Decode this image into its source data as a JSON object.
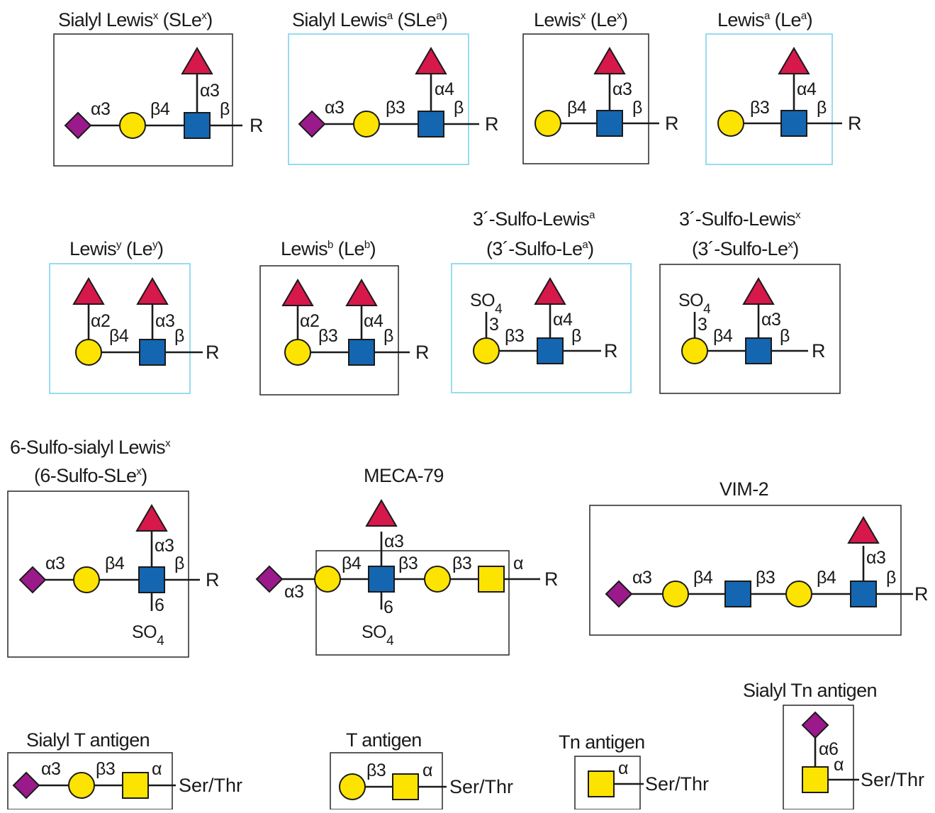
{
  "colors": {
    "fucose": "#d6184a",
    "galactose": "#fde400",
    "glcnac": "#1466b0",
    "galnac": "#fde400",
    "sialic_acid": "#9a1a8c",
    "frame_dark": "#333333",
    "frame_blue": "#8dd7ee"
  },
  "legend_symbols": [
    "red-triangle",
    "yellow-circle",
    "blue-square",
    "yellow-square",
    "purple-diamond"
  ],
  "titles": {
    "slex": "Sialyl Lewis",
    "slex_sup": "x",
    "slex_abbr": " (SLe",
    "slex_abbr_sup": "x",
    "slex_close": ")",
    "slea": "Sialyl Lewis",
    "slea_sup": "a",
    "slea_abbr": " (SLe",
    "slea_abbr_sup": "a",
    "slea_close": ")",
    "lex": "Lewis",
    "lex_sup": "x",
    "lex_abbr": " (Le",
    "lex_abbr_sup": "x",
    "lex_close": ")",
    "lea": "Lewis",
    "lea_sup": "a",
    "lea_abbr": " (Le",
    "lea_abbr_sup": "a",
    "lea_close": ")",
    "ley": "Lewis",
    "ley_sup": "y",
    "ley_abbr": " (Le",
    "ley_abbr_sup": "y",
    "ley_close": ")",
    "leb": "Lewis",
    "leb_sup": "b",
    "leb_abbr": " (Le",
    "leb_abbr_sup": "b",
    "leb_close": ")",
    "sulfo_lea_1": "3´-Sulfo-Lewis",
    "sulfo_lea_1_sup": "a",
    "sulfo_lea_2": "(3´-Sulfo-Le",
    "sulfo_lea_2_sup": "a",
    "sulfo_lea_2_close": ")",
    "sulfo_lex_1": "3´-Sulfo-Lewis",
    "sulfo_lex_1_sup": "x",
    "sulfo_lex_2": "(3´-Sulfo-Le",
    "sulfo_lex_2_sup": "x",
    "sulfo_lex_2_close": ")",
    "sulfo_slex_1": "6-Sulfo-sialyl Lewis",
    "sulfo_slex_1_sup": "x",
    "sulfo_slex_2": "(6-Sulfo-SLe",
    "sulfo_slex_2_sup": "x",
    "sulfo_slex_2_close": ")",
    "meca79": "MECA-79",
    "vim2": "VIM-2",
    "sialyl_t": "Sialyl T antigen",
    "t_antigen": "T antigen",
    "tn_antigen": "Tn antigen",
    "sialyl_tn": "Sialyl Tn antigen"
  },
  "linkages": {
    "a2": "α2",
    "a3": "α3",
    "a4": "α4",
    "a6": "α6",
    "a": "α",
    "b3": "β3",
    "b4": "β4",
    "b": "β",
    "n3": "3",
    "n6": "6"
  },
  "terminals": {
    "r": "R",
    "ser_thr": "Ser/Thr",
    "so": "SO",
    "so_sub": "4"
  }
}
